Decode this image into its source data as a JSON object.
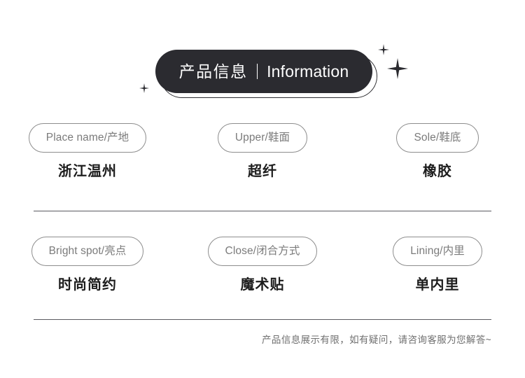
{
  "page": {
    "background": "#ffffff"
  },
  "header": {
    "title_cn": "产品信息",
    "title_en": "Information",
    "separator": "|",
    "badge_color": "#2b2b30",
    "text_color": "#ffffff",
    "decorations": [
      {
        "name": "sparkle-small-top",
        "size": 14
      },
      {
        "name": "sparkle-large",
        "size": 26
      },
      {
        "name": "sparkle-small-left",
        "size": 12
      }
    ]
  },
  "specs": {
    "rows": [
      [
        {
          "label": "Place name/产地",
          "value": "浙江温州"
        },
        {
          "label": "Upper/鞋面",
          "value": "超纤"
        },
        {
          "label": "Sole/鞋底",
          "value": "橡胶"
        }
      ],
      [
        {
          "label": "Bright spot/亮点",
          "value": "时尚简约"
        },
        {
          "label": "Close/闭合方式",
          "value": "魔术贴"
        },
        {
          "label": "Lining/内里",
          "value": "单内里"
        }
      ]
    ],
    "pill_border_color": "#8d8d8d",
    "label_color": "#7b7b7b",
    "value_color": "#1d1d1d"
  },
  "dividers": {
    "color": "#5b5b60"
  },
  "footer": {
    "note": "产品信息展示有限，如有疑问，请咨询客服为您解答~",
    "color": "#6f6f6f"
  }
}
